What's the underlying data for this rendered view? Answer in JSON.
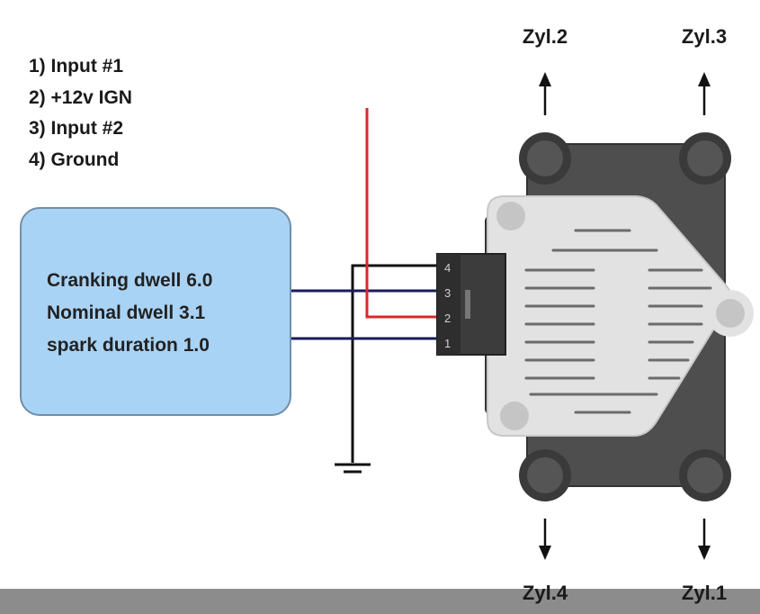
{
  "legend": [
    {
      "label": "1) Input #1"
    },
    {
      "label": "2) +12v IGN"
    },
    {
      "label": "3) Input #2"
    },
    {
      "label": "4) Ground"
    }
  ],
  "ecu": {
    "lines": [
      "Cranking dwell 6.0",
      "Nominal dwell 3.1",
      "spark duration 1.0"
    ]
  },
  "connector": {
    "pins": [
      "4",
      "3",
      "2",
      "1"
    ]
  },
  "cylinders": {
    "top_left": "Zyl.2",
    "top_right": "Zyl.3",
    "bottom_left": "Zyl.4",
    "bottom_right": "Zyl.1"
  },
  "colors": {
    "ign_wire": "#d42a2a",
    "signal_wire": "#1a1a5c",
    "ground_wire": "#111111",
    "coil_body": "#4e4e4e",
    "coil_cover": "#e2e2e2",
    "ecu_fill": "#a9d3f5"
  }
}
